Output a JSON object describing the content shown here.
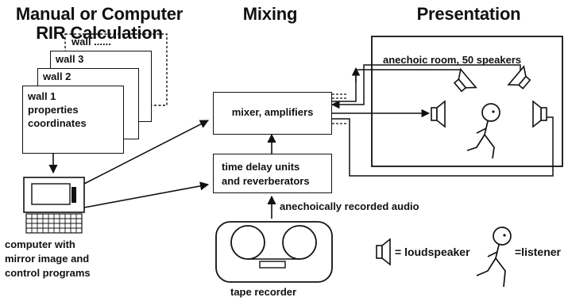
{
  "headings": {
    "calculation": "Manual or Computer\nRIR Calculation",
    "mixing": "Mixing",
    "presentation": "Presentation"
  },
  "walls": {
    "wall_more": "wall ......",
    "wall_3": "wall 3",
    "wall_2": "wall 2",
    "wall_1": "wall 1\nproperties\ncoordinates"
  },
  "computer_caption": "computer with\nmirror image and\ncontrol programs",
  "mixer_label": "mixer, amplifiers",
  "delay_label": "time delay units\nand reverberators",
  "audio_label": "anechoically recorded audio",
  "tape_label": "tape recorder",
  "room_label": "anechoic room, 50 speakers",
  "legend": {
    "loudspeaker": "= loudspeaker",
    "listener": "=listener"
  }
}
